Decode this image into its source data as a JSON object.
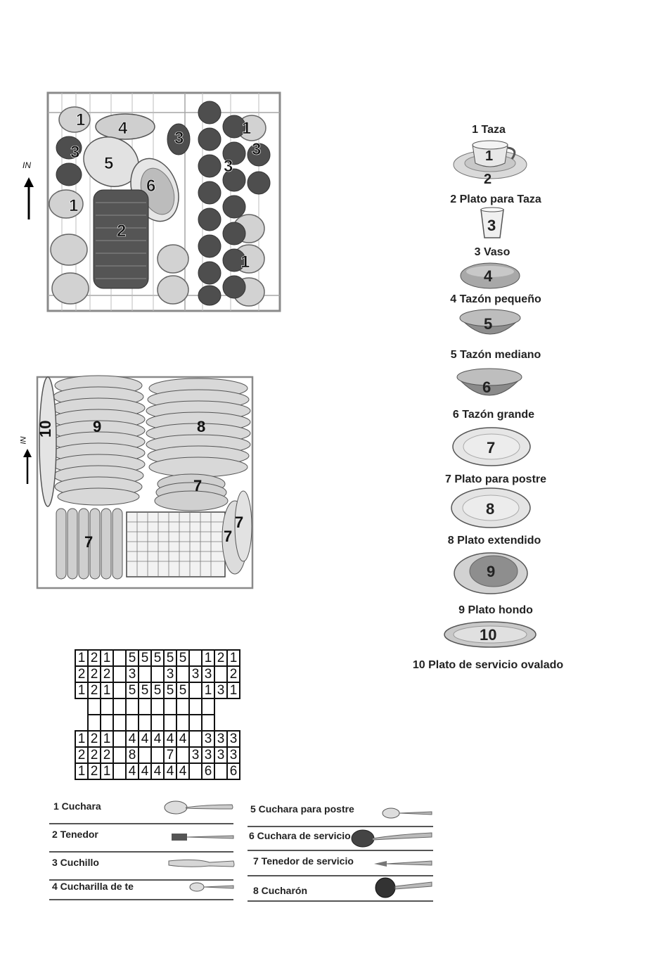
{
  "upper_rack": {
    "direction_label": "IN",
    "markers": [
      "1",
      "4",
      "3",
      "3",
      "1",
      "3",
      "5",
      "6",
      "3",
      "1",
      "2",
      "1"
    ]
  },
  "lower_rack": {
    "direction_label": "IN",
    "markers": [
      "10",
      "9",
      "8",
      "7",
      "7",
      "7",
      "7"
    ]
  },
  "dish_legend": [
    {
      "num": "1",
      "label": "1 Taza",
      "num2": "2"
    },
    {
      "num": "",
      "label": "2 Plato para Taza"
    },
    {
      "num": "3",
      "label": "3 Vaso"
    },
    {
      "num": "4",
      "label": "4 Tazón pequeño"
    },
    {
      "num": "5",
      "label": "5 Tazón mediano"
    },
    {
      "num": "6",
      "label": "6 Tazón grande"
    },
    {
      "num": "7",
      "label": "7 Plato para postre"
    },
    {
      "num": "8",
      "label": "8 Plato extendido"
    },
    {
      "num": "9",
      "label": "9 Plato hondo"
    },
    {
      "num": "10",
      "label": "10 Plato de servicio ovalado"
    }
  ],
  "cutlery_grid": {
    "rows": [
      [
        "1",
        "2",
        "1",
        "",
        "5",
        "5",
        "5",
        "5",
        "5",
        "",
        "1",
        "2",
        "1"
      ],
      [
        "2",
        "2",
        "2",
        "",
        "3",
        "",
        "",
        "3",
        "",
        "3",
        "3",
        "",
        "2"
      ],
      [
        "1",
        "2",
        "1",
        "",
        "5",
        "5",
        "5",
        "5",
        "5",
        "",
        "1",
        "3",
        "1"
      ],
      [
        "",
        "",
        "",
        "",
        "",
        "",
        "",
        "",
        "",
        "",
        "",
        "",
        ""
      ],
      [
        "",
        "",
        "",
        "",
        "",
        "",
        "",
        "",
        "",
        "",
        "",
        "",
        ""
      ],
      [
        "1",
        "2",
        "1",
        "",
        "4",
        "4",
        "4",
        "4",
        "4",
        "",
        "3",
        "3",
        "3"
      ],
      [
        "2",
        "2",
        "2",
        "",
        "8",
        "",
        "",
        "7",
        "",
        "3",
        "3",
        "3",
        "3"
      ],
      [
        "1",
        "2",
        "1",
        "",
        "4",
        "4",
        "4",
        "4",
        "4",
        "",
        "6",
        "",
        "6"
      ]
    ]
  },
  "cutlery_legend": {
    "left": [
      {
        "label": "1 Cuchara",
        "icon": "spoon-icon"
      },
      {
        "label": "2 Tenedor",
        "icon": "fork-icon"
      },
      {
        "label": "3 Cuchillo",
        "icon": "knife-icon"
      },
      {
        "label": "4 Cucharilla de te",
        "icon": "teaspoon-icon"
      }
    ],
    "right": [
      {
        "label": "5 Cuchara para postre",
        "icon": "dessert-spoon-icon"
      },
      {
        "label": "6 Cuchara de servicio",
        "icon": "serving-spoon-icon"
      },
      {
        "label": "7 Tenedor de servicio",
        "icon": "serving-fork-icon"
      },
      {
        "label": "8 Cucharón",
        "icon": "ladle-icon"
      }
    ]
  },
  "colors": {
    "dark_item": "#5a5a5a",
    "light_item": "#d9d9d9",
    "wire": "#7a7a7a",
    "text": "#222222"
  }
}
